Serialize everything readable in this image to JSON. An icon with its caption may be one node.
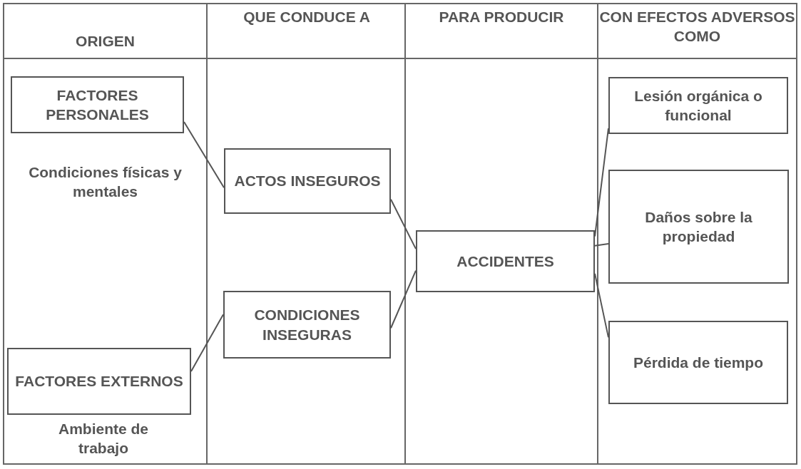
{
  "diagram": {
    "nodes": [
      {
        "text": [
          "FACTORES PERSONALES"
        ]
      },
      {
        "text": [
          "FACTORES EXTERNOS"
        ]
      },
      {
        "text": [
          "ACTOS INSEGUROS"
        ]
      },
      {
        "text": [
          "CONDICIONES INSEGURAS"
        ]
      },
      {
        "text": [
          "ACCIDENTES"
        ]
      },
      {
        "text": [
          "Lesión orgánica o funcional"
        ]
      },
      {
        "text": [
          "Daños sobre la propiedad"
        ]
      },
      {
        "text": [
          "Pérdida de tiempo"
        ]
      }
    ],
    "edges": [
      {
        "from": 0,
        "to": 2,
        "arrow": "none"
      },
      {
        "from": 1,
        "to": 3,
        "arrow": "none"
      },
      {
        "from": 2,
        "to": 4,
        "arrow": "none"
      },
      {
        "from": 3,
        "to": 4,
        "arrow": "none"
      },
      {
        "from": 4,
        "to": 5,
        "arrow": "none"
      },
      {
        "from": 4,
        "to": 6,
        "arrow": "none"
      },
      {
        "from": 4,
        "to": 7,
        "arrow": "none"
      }
    ],
    "labels": [
      "ORIGEN",
      "QUE CONDUCE A",
      "PARA PRODUCIR",
      "CON EFECTOS ADVERSOS COMO",
      "Condiciones físicas y mentales",
      "Ambiente de trabajo"
    ]
  }
}
